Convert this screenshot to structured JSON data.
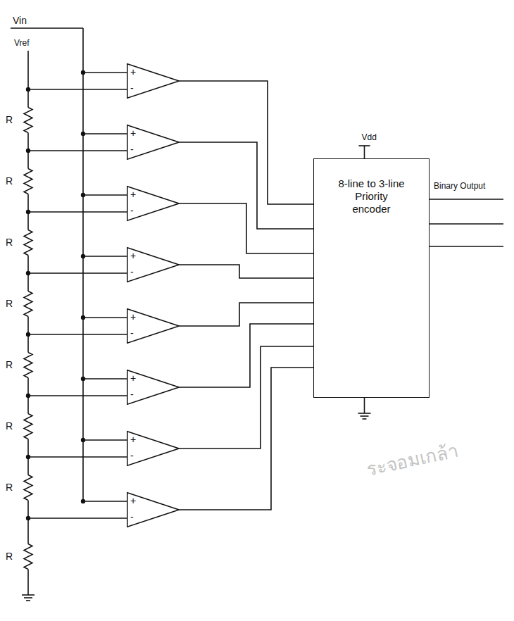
{
  "diagram": {
    "nodes": [
      {
        "text": [
          "+",
          "-"
        ]
      },
      {
        "text": [
          "+",
          "-"
        ]
      },
      {
        "text": [
          "+",
          "-"
        ]
      },
      {
        "text": [
          "+",
          "-"
        ]
      },
      {
        "text": [
          "+",
          "-"
        ]
      },
      {
        "text": [
          "+",
          "-"
        ]
      },
      {
        "text": [
          "+",
          "-"
        ]
      },
      {
        "text": [
          "+",
          "-"
        ]
      },
      {
        "text": [
          "8-line to 3-line Priority encoder"
        ]
      }
    ],
    "edges": [
      {
        "from": 0,
        "to": 8,
        "arrow": "none"
      },
      {
        "from": 1,
        "to": 8,
        "arrow": "none"
      },
      {
        "from": 2,
        "to": 8,
        "arrow": "none"
      },
      {
        "from": 3,
        "to": 8,
        "arrow": "none"
      },
      {
        "from": 4,
        "to": 8,
        "arrow": "none"
      },
      {
        "from": 5,
        "to": 8,
        "arrow": "none"
      },
      {
        "from": 6,
        "to": 8,
        "arrow": "none"
      },
      {
        "from": 7,
        "to": 8,
        "arrow": "none"
      }
    ],
    "labels": [
      "Vin",
      "Vref",
      "R",
      "R",
      "R",
      "R",
      "R",
      "R",
      "R",
      "R",
      "Vdd",
      "Binary Output",
      "ระจอมเกล้า"
    ]
  }
}
